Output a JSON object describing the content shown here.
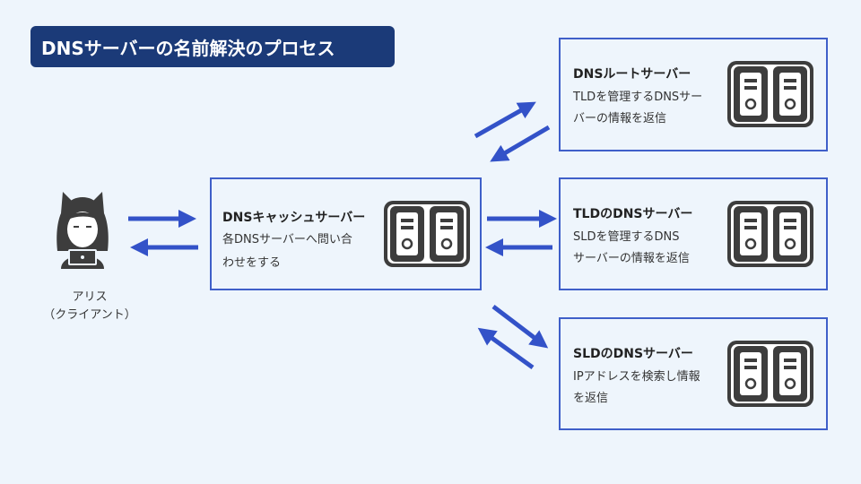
{
  "title": "DNSサーバーの名前解決のプロセス",
  "client": {
    "label_line1": "アリス",
    "label_line2": "（クライアント）"
  },
  "cache_server": {
    "name": "DNSキャッシュサーバー",
    "desc_line1": "各DNSサーバーへ問い合",
    "desc_line2": "わせをする"
  },
  "root_server": {
    "name": "DNSルートサーバー",
    "desc_line1": "TLDを管理するDNSサー",
    "desc_line2": "バーの情報を返信"
  },
  "tld_server": {
    "name": "TLDのDNSサーバー",
    "desc_line1": "SLDを管理するDNS",
    "desc_line2": "サーバーの情報を返信"
  },
  "sld_server": {
    "name": "SLDのDNSサーバー",
    "desc_line1": "IPアドレスを検索し情報",
    "desc_line2": "を返信"
  },
  "colors": {
    "title_bg": "#1b3a78",
    "border": "#3f5fc9",
    "arrow": "#3352c8",
    "icon": "#3d3d3d",
    "background": "#eef5fc"
  },
  "icons": {
    "client": "person-laptop-icon",
    "server": "server-tower-icon"
  }
}
